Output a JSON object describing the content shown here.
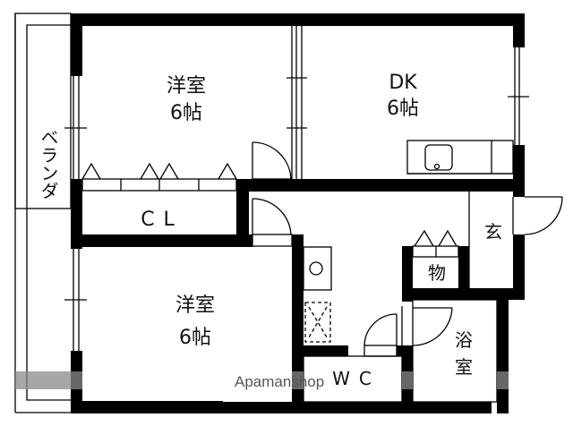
{
  "floorplan": {
    "rooms": {
      "western_room_top": {
        "line1": "洋室",
        "line2": "6帖"
      },
      "dining_kitchen": {
        "line1": "DK",
        "line2": "6帖"
      },
      "closet": {
        "label": "CL"
      },
      "western_room_bottom": {
        "line1": "洋室",
        "line2": "6帖"
      },
      "entrance": {
        "label": "玄"
      },
      "storage": {
        "label": "物"
      },
      "bathroom": {
        "line1": "浴",
        "line2": "室"
      },
      "toilet": {
        "label": "WC"
      },
      "veranda": {
        "label": "ベランダ"
      }
    },
    "watermark": "Apamanshop",
    "colors": {
      "wall": "#000000",
      "background": "#ffffff",
      "watermark_band": "#8a8a8a"
    }
  }
}
